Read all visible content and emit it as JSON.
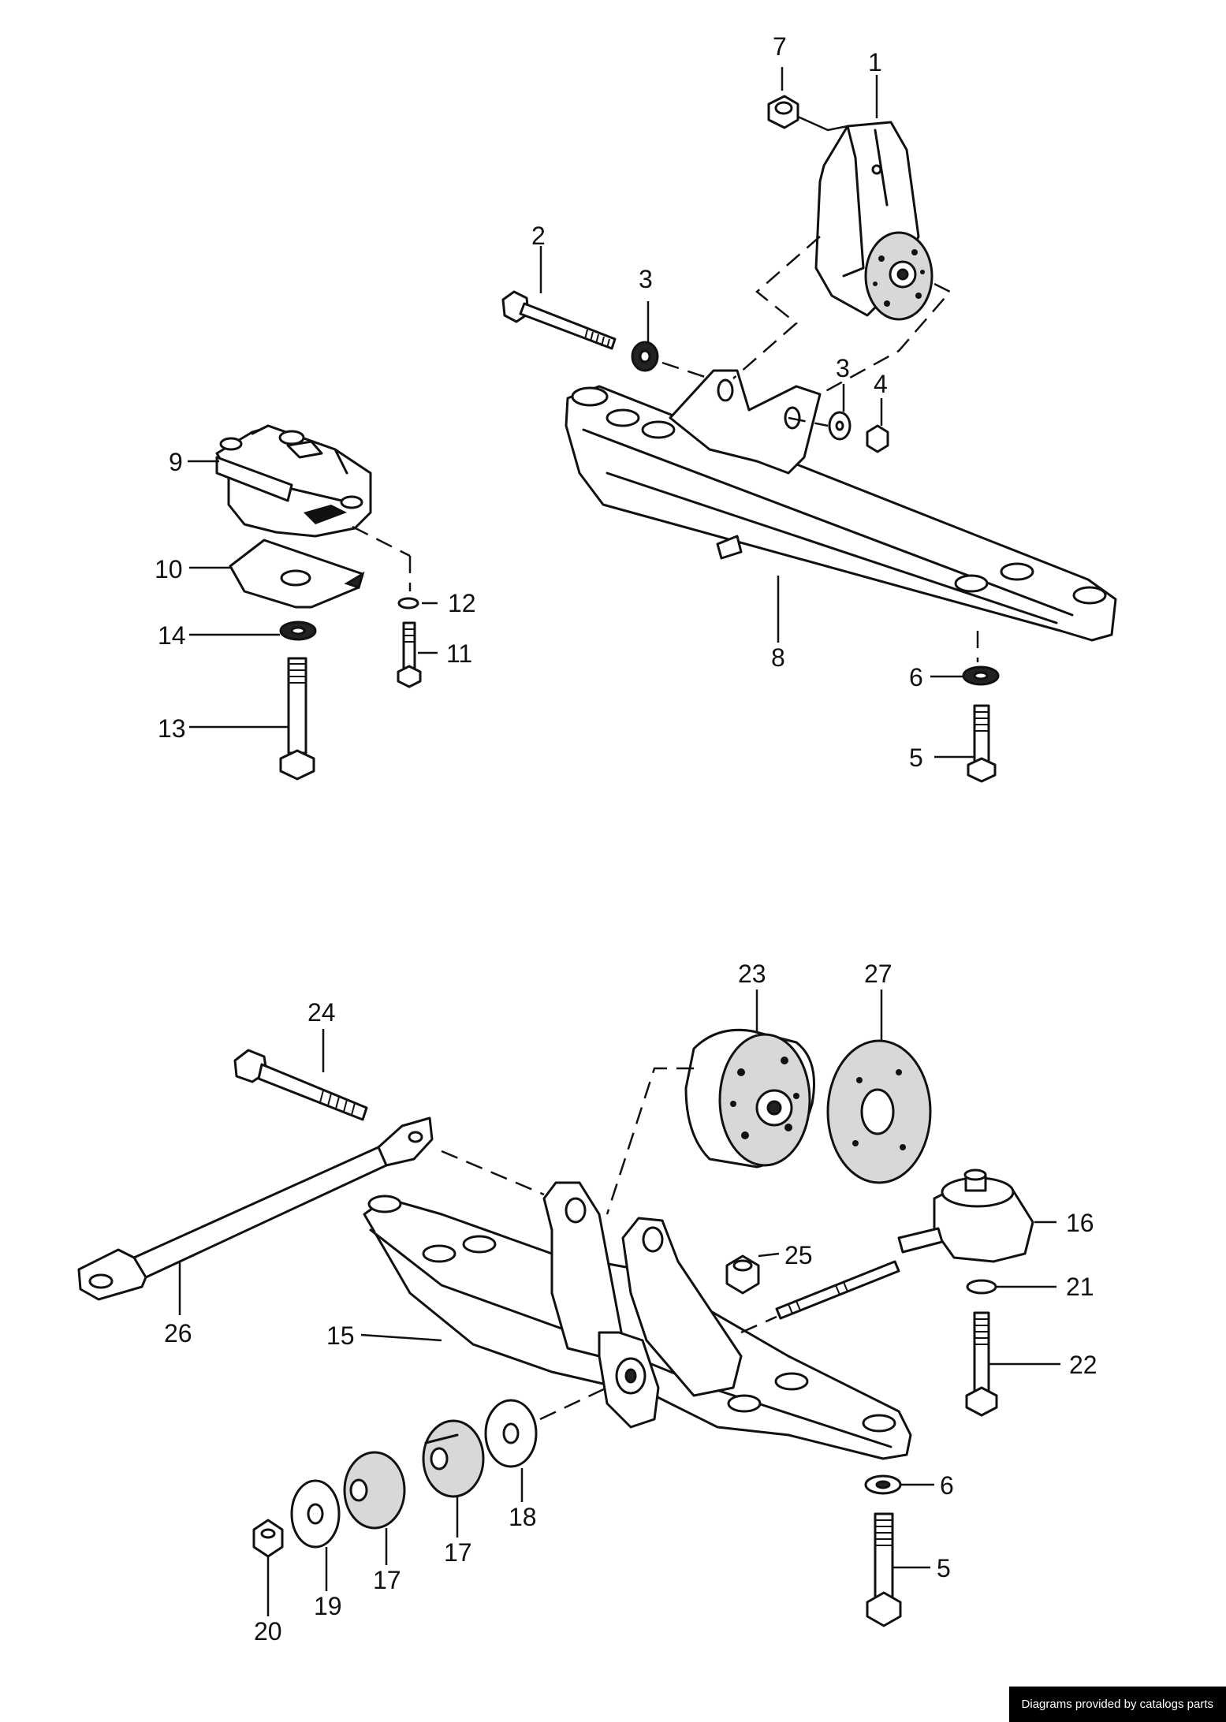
{
  "credit": "Diagrams provided by catalogs parts",
  "callouts": [
    "7",
    "1",
    "2",
    "3",
    "3",
    "4",
    "9",
    "10",
    "12",
    "14",
    "11",
    "13",
    "8",
    "6",
    "5",
    "24",
    "23",
    "27",
    "16",
    "25",
    "21",
    "26",
    "15",
    "22",
    "18",
    "17",
    "17",
    "19",
    "20",
    "6",
    "5"
  ]
}
